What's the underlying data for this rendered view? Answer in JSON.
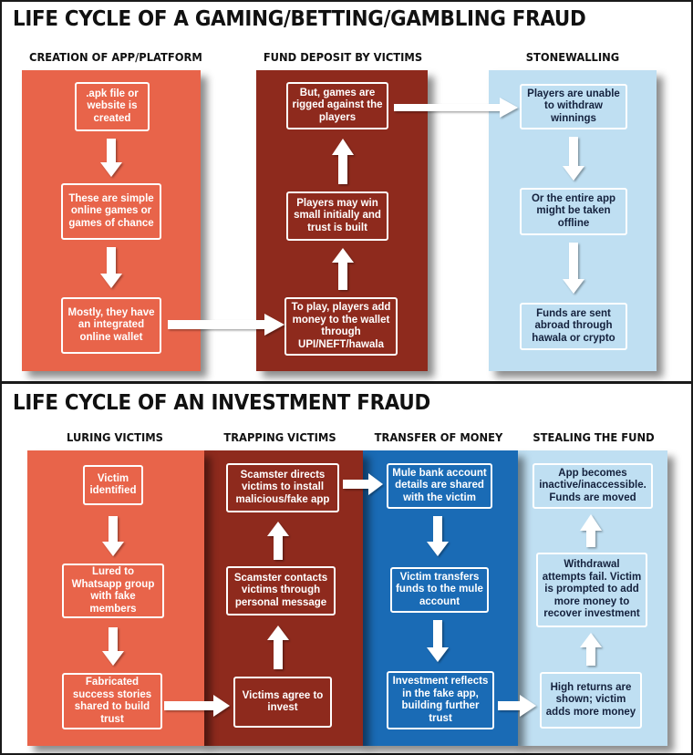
{
  "section1": {
    "title": "LIFE CYCLE OF A GAMING/BETTING/GAMBLING FRAUD",
    "columns": [
      {
        "header": "CREATION OF APP/PLATFORM",
        "boxes": [
          ".apk file or website is created",
          "These are simple online games or games of chance",
          "Mostly, they have an integrated online wallet"
        ]
      },
      {
        "header": "FUND DEPOSIT BY VICTIMS",
        "boxes": [
          "But, games are rigged against the players",
          "Players may win small initially and trust is built",
          "To play, players add money to the wallet through UPI/NEFT/hawala"
        ]
      },
      {
        "header": "STONEWALLING",
        "boxes": [
          "Players are unable to withdraw winnings",
          "Or the entire app might be taken offline",
          "Funds are sent abroad through hawala or crypto"
        ]
      }
    ]
  },
  "section2": {
    "title": "LIFE CYCLE OF AN INVESTMENT FRAUD",
    "columns": [
      {
        "header": "LURING VICTIMS",
        "boxes": [
          "Victim identified",
          "Lured to Whatsapp group with fake members",
          "Fabricated success stories shared to build trust"
        ]
      },
      {
        "header": "TRAPPING VICTIMS",
        "boxes": [
          "Scamster directs victims to install malicious/fake app",
          "Scamster contacts victims through personal message",
          "Victims agree to invest"
        ]
      },
      {
        "header": "TRANSFER OF MONEY",
        "boxes": [
          "Mule bank account details are shared with the victim",
          "Victim transfers funds to the mule account",
          "Investment reflects in the fake app, building further trust"
        ]
      },
      {
        "header": "STEALING THE FUND",
        "boxes": [
          "App becomes inactive/inaccessible. Funds are moved",
          "Withdrawal attempts fail. Victim is prompted to add more money to recover investment",
          "High returns are shown; victim adds more money"
        ]
      }
    ]
  },
  "colors": {
    "orange": "#e8644a",
    "maroon": "#8e2a1d",
    "blue": "#1a6bb5",
    "light_blue": "#bfdff2",
    "arrow": "#ffffff",
    "dark_text": "#14213d"
  }
}
